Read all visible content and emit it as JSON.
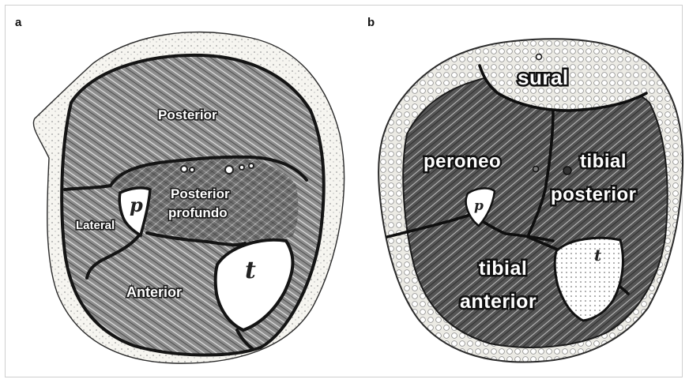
{
  "panels": {
    "a": {
      "letter": "a",
      "compartments": {
        "posterior": "Posterior",
        "posterior_deep_line1": "Posterior",
        "posterior_deep_line2": "profundo",
        "lateral": "Lateral",
        "anterior": "Anterior"
      },
      "bones": {
        "fibula": "p",
        "tibia": "t"
      }
    },
    "b": {
      "letter": "b",
      "nerves": {
        "sural": "sural",
        "peroneo": "peroneo",
        "tibial_posterior_line1": "tibial",
        "tibial_posterior_line2": "posterior",
        "tibial_anterior_line1": "tibial",
        "tibial_anterior_line2": "anterior"
      },
      "bones": {
        "fibula": "p",
        "tibia": "t"
      }
    }
  },
  "colors": {
    "skin": "#f4f2ec",
    "muscle_light": "#9a9a9a",
    "muscle_dark": "#4a4a4a",
    "outline": "#141414",
    "bone": "#ffffff"
  }
}
